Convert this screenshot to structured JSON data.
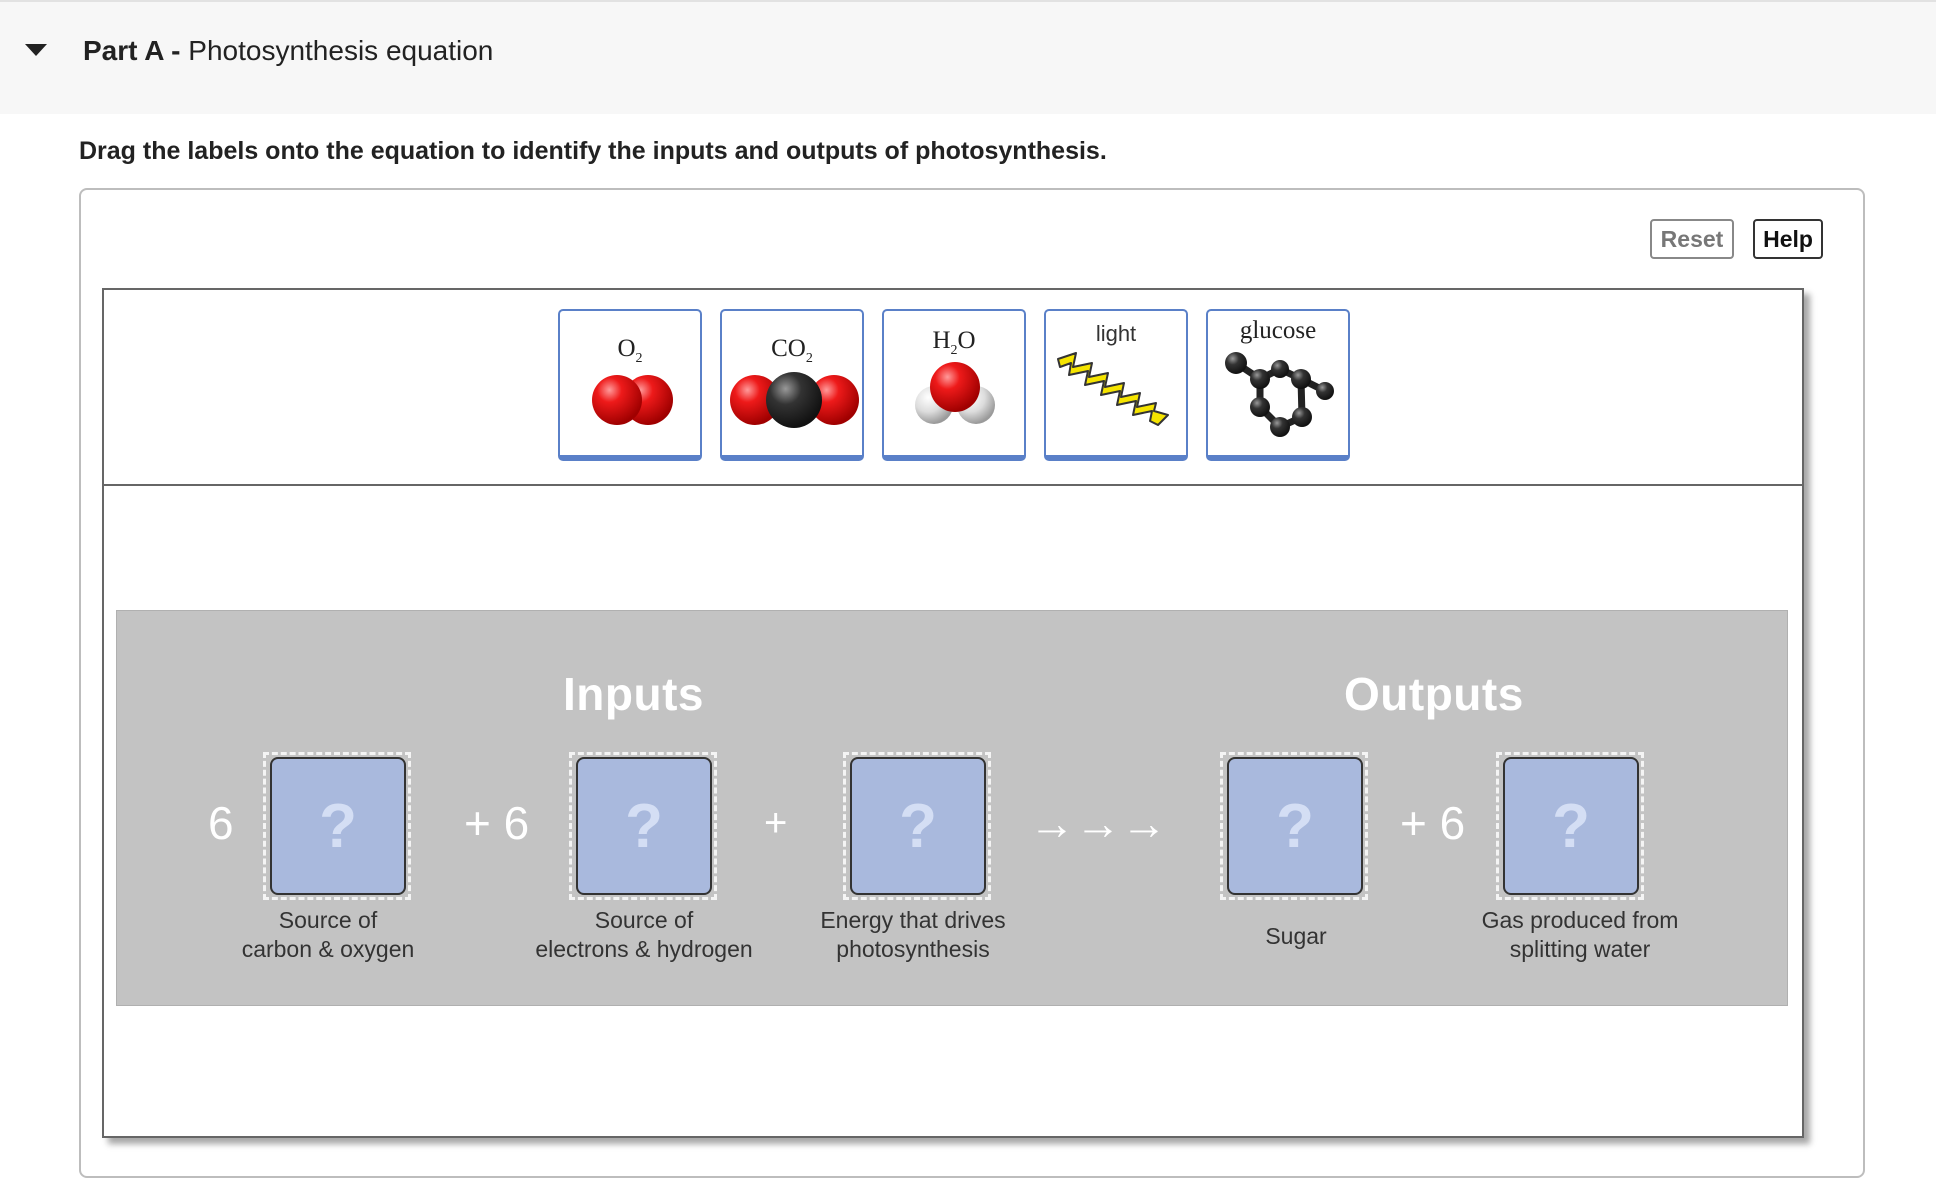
{
  "part": {
    "name": "Part A -",
    "title": "Photosynthesis equation"
  },
  "instructions": "Drag the labels onto the equation to identify the inputs and outputs of photosynthesis.",
  "toolbar": {
    "reset_label": "Reset",
    "help_label": "Help"
  },
  "labels": [
    {
      "formula": "O",
      "sub": "2",
      "icon": "oxygen-molecule-icon"
    },
    {
      "formula": "CO",
      "sub": "2",
      "icon": "carbon-dioxide-molecule-icon"
    },
    {
      "formula_pre": "H",
      "sub": "2",
      "formula_post": "O",
      "icon": "water-molecule-icon"
    },
    {
      "text": "light",
      "icon": "light-lightning-icon"
    },
    {
      "text": "glucose",
      "icon": "glucose-ring-icon"
    }
  ],
  "equation": {
    "inputs_heading": "Inputs",
    "outputs_heading": "Outputs",
    "coef_1": "6",
    "coef_2": "+ 6",
    "plus_3": "+",
    "arrows": "→→→",
    "coef_4": "+ 6",
    "placeholder": "?",
    "descriptions": [
      [
        "Source of",
        "carbon & oxygen"
      ],
      [
        "Source of",
        "electrons & hydrogen"
      ],
      [
        "Energy that drives",
        "photosynthesis"
      ],
      [
        "Sugar"
      ],
      [
        "Gas produced from",
        "splitting water"
      ]
    ]
  },
  "colors": {
    "tile_border": "#5a80c8",
    "target_fill": "#a9b9dd",
    "panel_bg": "#c3c3c3",
    "oxygen_red": "#e01010",
    "carbon_black": "#333333",
    "light_yellow": "#f5e400"
  }
}
